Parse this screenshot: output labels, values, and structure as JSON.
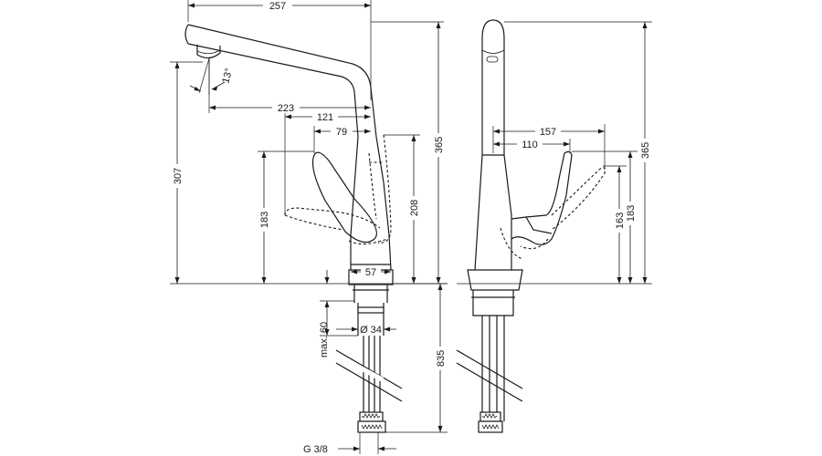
{
  "dimensions": {
    "d257": "257",
    "d365_left": "365",
    "d223": "223",
    "d121": "121",
    "d79": "79",
    "d307": "307",
    "d183_left": "183",
    "d208": "208",
    "d57": "57",
    "d13deg": "13°",
    "dmax60": "max. 60",
    "ddia34": "Ø 34",
    "d835": "835",
    "dg38": "G 3/8",
    "d157": "157",
    "d110": "110",
    "d163": "163",
    "d183_right": "183",
    "d365_right": "365"
  }
}
